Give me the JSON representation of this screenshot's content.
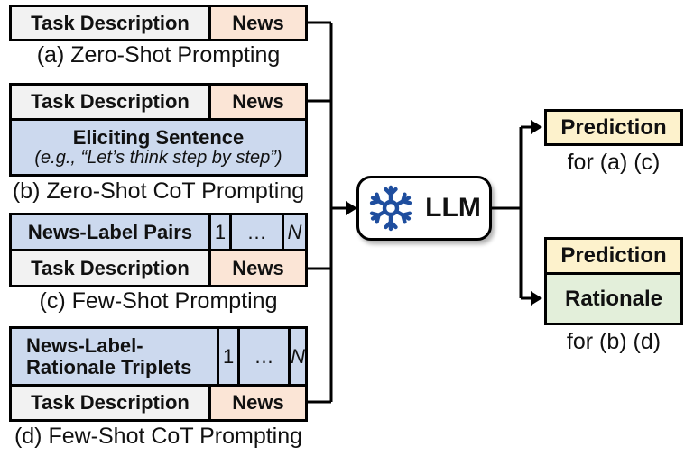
{
  "sections": {
    "a": {
      "task_label": "Task Description",
      "news_label": "News",
      "caption": "(a) Zero-Shot Prompting"
    },
    "b": {
      "task_label": "Task Description",
      "news_label": "News",
      "eliciting_title": "Eliciting Sentence",
      "eliciting_example": "(e.g., “Let’s think step by step”)",
      "caption": "(b) Zero-Shot CoT Prompting"
    },
    "c": {
      "examples_label": "News-Label Pairs",
      "example_first": "1",
      "example_ellipsis": "…",
      "example_last": "N",
      "task_label": "Task Description",
      "news_label": "News",
      "caption": "(c) Few-Shot Prompting"
    },
    "d": {
      "examples_label_line1": "News-Label-",
      "examples_label_line2": "Rationale Triplets",
      "example_first": "1",
      "example_ellipsis": "…",
      "example_last": "N",
      "task_label": "Task Description",
      "news_label": "News",
      "caption": "(d) Few-Shot CoT Prompting"
    }
  },
  "llm": {
    "label": "LLM",
    "icon": "snowflake-icon"
  },
  "outputs": {
    "prediction_only": {
      "label": "Prediction",
      "caption": "for (a) (c)"
    },
    "prediction_rationale": {
      "prediction_label": "Prediction",
      "rationale_label": "Rationale",
      "caption": "for (b) (d)"
    }
  },
  "colors": {
    "task_fill": "#f2f2f2",
    "news_fill": "#fbe5d6",
    "example_fill": "#ccd9ee",
    "prediction_fill": "#fdf2cc",
    "rationale_fill": "#e3efda",
    "snowflake_blue": "#1f4e9e",
    "line": "#000000"
  }
}
